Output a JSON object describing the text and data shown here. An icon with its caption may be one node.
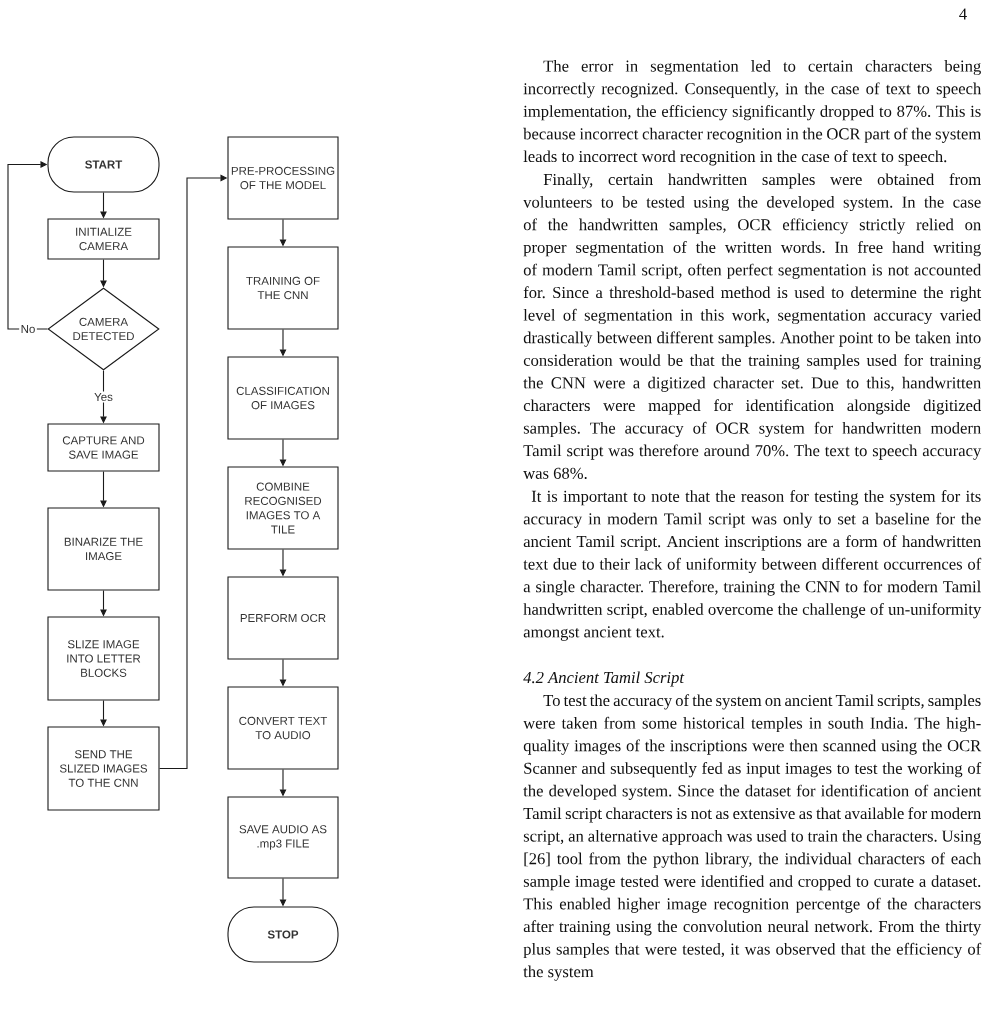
{
  "diagram": {
    "nodes": [
      {
        "text": [
          "START"
        ]
      },
      {
        "text": [
          "INITIALIZE CAMERA"
        ]
      },
      {
        "text": [
          "CAMERA DETECTED"
        ]
      },
      {
        "text": [
          "CAPTURE AND SAVE IMAGE"
        ]
      },
      {
        "text": [
          "BINARIZE THE IMAGE"
        ]
      },
      {
        "text": [
          "SLIZE IMAGE INTO LETTER BLOCKS"
        ]
      },
      {
        "text": [
          "SEND THE SLIZED IMAGES TO THE CNN"
        ]
      },
      {
        "text": [
          "PRE-PROCESSING OF THE MODEL"
        ]
      },
      {
        "text": [
          "TRAINING OF THE CNN"
        ]
      },
      {
        "text": [
          "CLASSIFICATION OF IMAGES"
        ]
      },
      {
        "text": [
          "COMBINE RECOGNISED IMAGES TO A TILE"
        ]
      },
      {
        "text": [
          "PERFORM OCR"
        ]
      },
      {
        "text": [
          "CONVERT TEXT TO AUDIO"
        ]
      },
      {
        "text": [
          "SAVE AUDIO AS .mp3 FILE"
        ]
      },
      {
        "text": [
          "STOP"
        ]
      }
    ],
    "edges": [
      {
        "from": 0,
        "to": 1,
        "arrow": "to"
      },
      {
        "from": 1,
        "to": 2,
        "arrow": "to"
      },
      {
        "from": 2,
        "to": 3,
        "arrow": "to",
        "label": "Yes"
      },
      {
        "from": 2,
        "to": 0,
        "arrow": "to",
        "label": "No"
      },
      {
        "from": 3,
        "to": 4,
        "arrow": "to"
      },
      {
        "from": 4,
        "to": 5,
        "arrow": "to"
      },
      {
        "from": 5,
        "to": 6,
        "arrow": "to"
      },
      {
        "from": 6,
        "to": 7,
        "arrow": "to"
      },
      {
        "from": 7,
        "to": 8,
        "arrow": "to"
      },
      {
        "from": 8,
        "to": 9,
        "arrow": "to"
      },
      {
        "from": 9,
        "to": 10,
        "arrow": "to"
      },
      {
        "from": 10,
        "to": 11,
        "arrow": "to"
      },
      {
        "from": 11,
        "to": 12,
        "arrow": "to"
      },
      {
        "from": 12,
        "to": 13,
        "arrow": "to"
      },
      {
        "from": 13,
        "to": 14,
        "arrow": "to"
      }
    ],
    "labels": [
      "4",
      "The error in segmentation led to certain characters being incorrectly recognized. Consequently, in the case of text to speech implementation, the efficiency significantly dropped to 87%. This is because incorrect character recognition in the OCR part of the system leads to incorrect word recognition in the case of text to speech.",
      "Finally, certain handwritten samples were obtained from volunteers to be tested using the developed system. In the case of the handwritten samples, OCR efficiency strictly relied on proper segmentation of the written words. In free hand writing of modern Tamil script, often perfect segmentation is not accounted for. Since a threshold-based method is used to determine the right level of segmentation in this work, segmentation accuracy varied drastically between different samples. Another point to be taken into consideration would be that the training samples used for training the CNN were a digitized character set. Due to this, handwritten characters were mapped for identification alongside digitized samples. The accuracy of OCR system for handwritten modern Tamil script was therefore around 70%. The text to speech accuracy was 68%.",
      "It is important to note that the reason for testing the system for its accuracy in modern Tamil script was only to set a baseline for the ancient Tamil script. Ancient inscriptions are a form of handwritten text due to their lack of uniformity between different occurrences of a single character. Therefore, training the CNN to for modern Tamil handwritten script, enabled overcome the challenge of un-uniformity amongst ancient text.",
      "4.2 Ancient Tamil Script",
      "To test the accuracy of the system on ancient Tamil scripts, samples were taken from some historical temples in south India. The high-quality images of the inscriptions were then scanned using the OCR Scanner and subsequently fed as input images to test the working of the developed system. Since the dataset for identification of ancient Tamil script characters is not as extensive as that available for modern script, an alternative approach was used to train the characters. Using [26] tool from the python library, the individual characters of each sample image tested were identified and cropped to curate a dataset. This enabled higher image recognition percentge of the characters after training using the convolution neural network. From the thirty plus samples that were tested, it was observed that the efficiency of the system"
    ]
  }
}
